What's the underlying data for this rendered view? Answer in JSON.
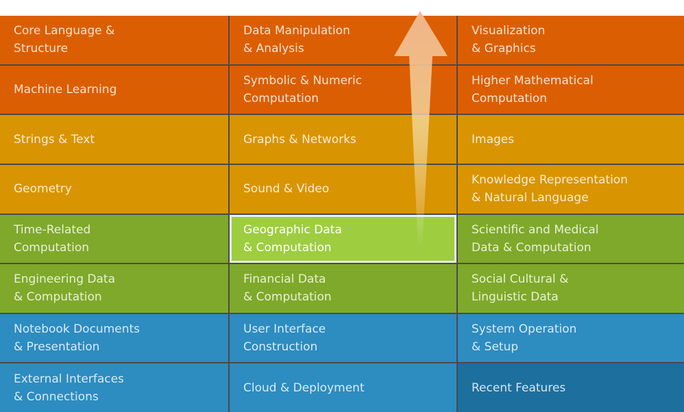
{
  "colors": {
    "orange": "#dc5e02",
    "amber": "#d99402",
    "green": "#7fa92a",
    "highlight": "#9ecd40",
    "blue": "#2d8cc0",
    "dark_blue": "#1d6f9e",
    "arrow": "#f2b890"
  },
  "cells": [
    {
      "label": "Core Language &\nStructure",
      "tone": "orange"
    },
    {
      "label": "Data Manipulation\n& Analysis",
      "tone": "orange"
    },
    {
      "label": "Visualization\n& Graphics",
      "tone": "orange"
    },
    {
      "label": "Machine Learning",
      "tone": "orange"
    },
    {
      "label": "Symbolic & Numeric\nComputation",
      "tone": "orange"
    },
    {
      "label": "Higher Mathematical\nComputation",
      "tone": "orange"
    },
    {
      "label": "Strings & Text",
      "tone": "amber"
    },
    {
      "label": "Graphs & Networks",
      "tone": "amber"
    },
    {
      "label": "Images",
      "tone": "amber"
    },
    {
      "label": "Geometry",
      "tone": "amber"
    },
    {
      "label": "Sound & Video",
      "tone": "amber"
    },
    {
      "label": "Knowledge Representation\n& Natural Language",
      "tone": "amber"
    },
    {
      "label": "Time-Related\nComputation",
      "tone": "green"
    },
    {
      "label": "Geographic Data\n& Computation",
      "tone": "hl"
    },
    {
      "label": "Scientific and Medical\nData & Computation",
      "tone": "green"
    },
    {
      "label": "Engineering Data\n& Computation",
      "tone": "green"
    },
    {
      "label": "Financial Data\n& Computation",
      "tone": "green"
    },
    {
      "label": "Social Cultural &\nLinguistic Data",
      "tone": "green"
    },
    {
      "label": "Notebook Documents\n& Presentation",
      "tone": "blue"
    },
    {
      "label": "User Interface\nConstruction",
      "tone": "blue"
    },
    {
      "label": "System Operation\n& Setup",
      "tone": "blue"
    },
    {
      "label": "External Interfaces\n& Connections",
      "tone": "blue"
    },
    {
      "label": "Cloud & Deployment",
      "tone": "blue"
    },
    {
      "label": "Recent Features",
      "tone": "dark"
    }
  ]
}
